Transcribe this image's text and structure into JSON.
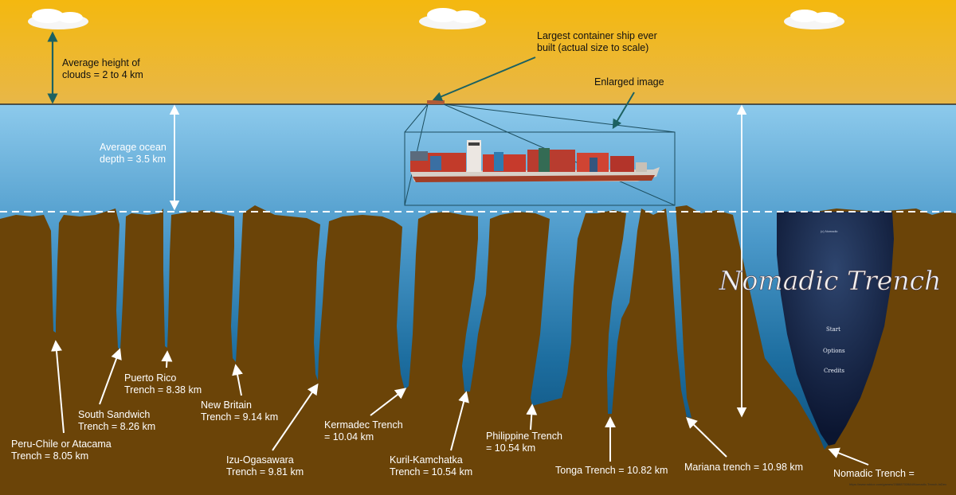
{
  "annotations": {
    "clouds": [
      "Average height of",
      "clouds = 2 to 4 km"
    ],
    "ocean": [
      "Average ocean",
      "depth = 3.5 km"
    ],
    "ship": [
      "Largest container ship ever",
      "built (actual size to scale)"
    ],
    "enlarged": "Enlarged image"
  },
  "trenches": [
    {
      "name": "Peru-Chile or Atacama",
      "depth_label": "Trench = 8.05 km",
      "depth_km": 8.05
    },
    {
      "name": "South Sandwich",
      "depth_label": "Trench = 8.26 km",
      "depth_km": 8.26
    },
    {
      "name": "Puerto Rico",
      "depth_label": "Trench = 8.38 km",
      "depth_km": 8.38
    },
    {
      "name": "New Britain",
      "depth_label": "Trench = 9.14 km",
      "depth_km": 9.14
    },
    {
      "name": "Izu-Ogasawara",
      "depth_label": "Trench = 9.81 km",
      "depth_km": 9.81
    },
    {
      "name": "Kermadec Trench",
      "depth_label": "= 10.04 km",
      "depth_km": 10.04
    },
    {
      "name": "Kuril-Kamchatka",
      "depth_label": "Trench = 10.54 km",
      "depth_km": 10.54
    },
    {
      "name": "Philippine Trench",
      "depth_label": "= 10.54 km",
      "depth_km": 10.54
    },
    {
      "name": "Tonga Trench = 10.82 km",
      "depth_label": "",
      "depth_km": 10.82
    },
    {
      "name": "Mariana trench = 10.98 km",
      "depth_label": "",
      "depth_km": 10.98
    }
  ],
  "nomadic": {
    "title": "Nomadic Trench",
    "caption": "Nomadic Trench =",
    "menu": [
      "Start",
      "Options",
      "Credits"
    ],
    "tiny_header": "(c) Nomadic",
    "url": "https://www.roblox.com/games/15868702884/Nomadic-Trench-InDev"
  },
  "colors": {
    "sky_top": "#f3ba13",
    "sky_bottom": "#e8b744",
    "ocean_top": "#86c5ea",
    "ocean_bottom": "#0a4870",
    "earth": "#6b4408",
    "arrow_dark": "#1c6161",
    "label_white": "#ffffff",
    "game_bg": "#0f1d36"
  }
}
